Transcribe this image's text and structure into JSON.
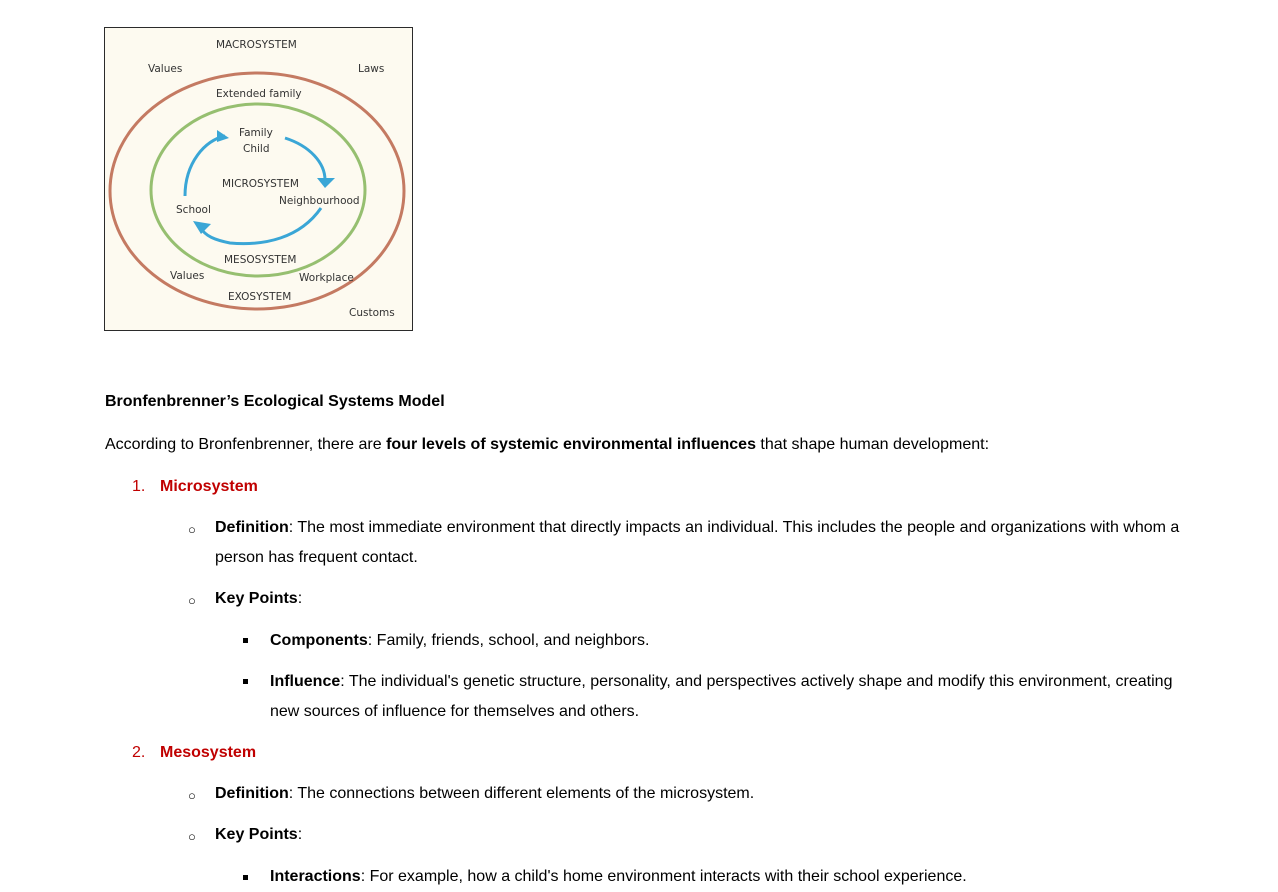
{
  "diagram": {
    "labels": {
      "macrosystem": "MACROSYSTEM",
      "values_top": "Values",
      "laws": "Laws",
      "extended_family": "Extended family",
      "family": "Family",
      "child": "Child",
      "microsystem": "MICROSYSTEM",
      "neighbourhood": "Neighbourhood",
      "school": "School",
      "mesosystem": "MESOSYSTEM",
      "values_bottom": "Values",
      "workplace": "Workplace",
      "exosystem": "EXOSYSTEM",
      "customs": "Customs"
    },
    "colors": {
      "outer_ring": "#c47a62",
      "inner_ring": "#96bf70",
      "arrows": "#3aa6d6",
      "background": "#fdfaf0"
    }
  },
  "document": {
    "heading": "Bronfenbrenner’s Ecological Systems Model",
    "intro": {
      "before": "According to Bronfenbrenner, there are ",
      "bold": "four levels of systemic environmental influences",
      "after": " that shape human development:"
    },
    "sections": [
      {
        "number": "1.",
        "title": "Microsystem",
        "definition_label": "Definition",
        "definition_text": ": The most immediate environment that directly impacts an individual. This includes the people and organizations with whom a person has frequent contact.",
        "key_points_label": "Key Points",
        "key_points_colon": ":",
        "points": [
          {
            "label": "Components",
            "text": ": Family, friends, school, and neighbors."
          },
          {
            "label": "Influence",
            "text": ": The individual's genetic structure, personality, and perspectives actively shape and modify this environment, creating new sources of influence for themselves and others."
          }
        ]
      },
      {
        "number": "2.",
        "title": "Mesosystem",
        "definition_label": "Definition",
        "definition_text": ": The connections between different elements of the microsystem.",
        "key_points_label": "Key Points",
        "key_points_colon": ":",
        "points": [
          {
            "label": "Interactions",
            "text": ": For example, how a child's home environment interacts with their school experience."
          }
        ]
      }
    ],
    "bullets": {
      "circle": "○"
    },
    "colors": {
      "section_title": "#c00000",
      "text": "#000000"
    }
  }
}
